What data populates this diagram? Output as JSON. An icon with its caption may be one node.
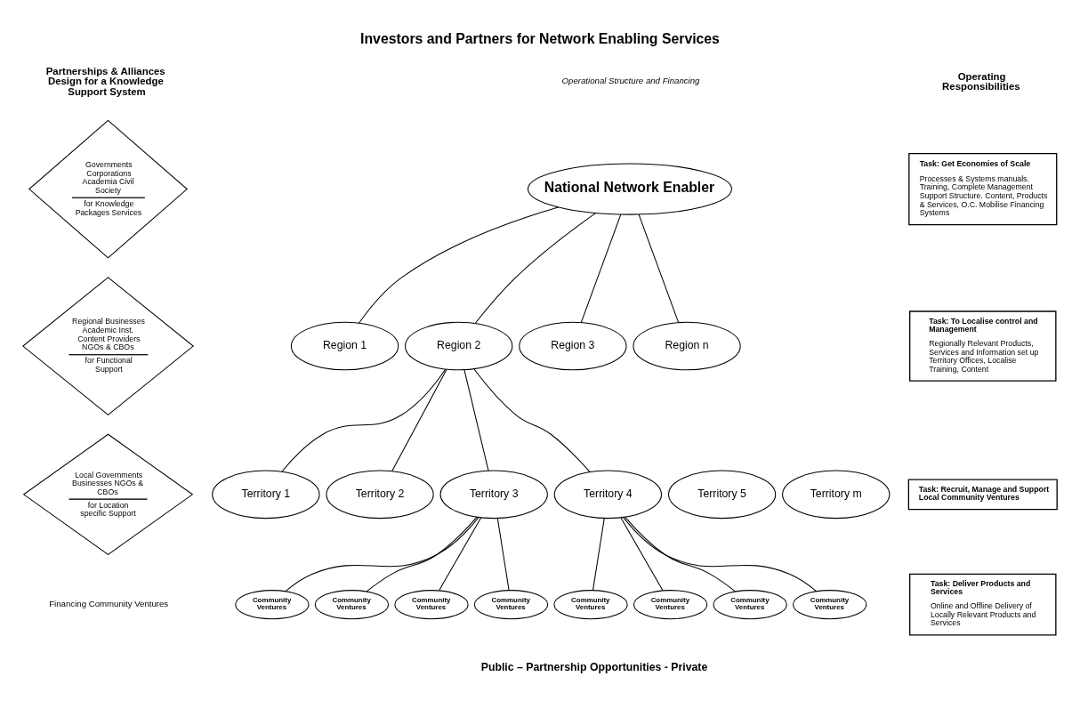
{
  "diagram": {
    "title": "Investors and Partners for Network Enabling Services",
    "nodes": [
      {
        "text": [
          "Governments Corporations Academia Civil Society",
          "for Knowledge Packages Services"
        ]
      },
      {
        "text": [
          "Regional Businesses Academic Inst. Content Providers NGOs & CBOs",
          "for Functional Support"
        ]
      },
      {
        "text": [
          "Local Governments Businesses NGOs & CBOs",
          "for Location specific Support"
        ]
      },
      {
        "text": [
          "National Network Enabler"
        ]
      },
      {
        "text": [
          "Region 1"
        ]
      },
      {
        "text": [
          "Region 2"
        ]
      },
      {
        "text": [
          "Region 3"
        ]
      },
      {
        "text": [
          "Region n"
        ]
      },
      {
        "text": [
          "Territory 1"
        ]
      },
      {
        "text": [
          "Territory 2"
        ]
      },
      {
        "text": [
          "Territory 3"
        ]
      },
      {
        "text": [
          "Territory 4"
        ]
      },
      {
        "text": [
          "Territory 5"
        ]
      },
      {
        "text": [
          "Territory m"
        ]
      },
      {
        "text": [
          "Community Ventures"
        ]
      },
      {
        "text": [
          "Community Ventures"
        ]
      },
      {
        "text": [
          "Community Ventures"
        ]
      },
      {
        "text": [
          "Community Ventures"
        ]
      },
      {
        "text": [
          "Community Ventures"
        ]
      },
      {
        "text": [
          "Community Ventures"
        ]
      },
      {
        "text": [
          "Community Ventures"
        ]
      },
      {
        "text": [
          "Community Ventures"
        ]
      },
      {
        "text": [
          "Task: Get Economies of Scale",
          "Processes & Systems manuals. Training, Complete Management Support Structure. Content, Products & Services, O.C. Mobilise Financing Systems"
        ]
      },
      {
        "text": [
          "Task: To Localise control and Management",
          "Regionally Relevant Products, Services and Information set up Territory Offices, Localise Training, Content"
        ]
      },
      {
        "text": [
          "Task: Recruit, Manage and Support Local Community Ventures"
        ]
      },
      {
        "text": [
          "Task: Deliver Products and Services",
          "Online and Offline Delivery of Locally Relevant Products and Services"
        ]
      }
    ],
    "edges": [
      {
        "from": 3,
        "to": 4,
        "arrow": "none"
      },
      {
        "from": 3,
        "to": 5,
        "arrow": "none"
      },
      {
        "from": 3,
        "to": 6,
        "arrow": "none"
      },
      {
        "from": 3,
        "to": 7,
        "arrow": "none"
      },
      {
        "from": 5,
        "to": 8,
        "arrow": "none"
      },
      {
        "from": 5,
        "to": 9,
        "arrow": "none"
      },
      {
        "from": 5,
        "to": 10,
        "arrow": "none"
      },
      {
        "from": 5,
        "to": 11,
        "arrow": "none"
      },
      {
        "from": 10,
        "to": 14,
        "arrow": "none"
      },
      {
        "from": 10,
        "to": 15,
        "arrow": "none"
      },
      {
        "from": 10,
        "to": 16,
        "arrow": "none"
      },
      {
        "from": 10,
        "to": 17,
        "arrow": "none"
      },
      {
        "from": 11,
        "to": 18,
        "arrow": "none"
      },
      {
        "from": 11,
        "to": 19,
        "arrow": "none"
      },
      {
        "from": 11,
        "to": 20,
        "arrow": "none"
      },
      {
        "from": 11,
        "to": 21,
        "arrow": "none"
      }
    ],
    "labels": [
      "Partnerships & Alliances Design for a Knowledge Support System",
      "Operational Structure and Financing",
      "Operating Responsibilities",
      "Financing Community Ventures",
      "Public – Partnership Opportunities - Private"
    ]
  }
}
